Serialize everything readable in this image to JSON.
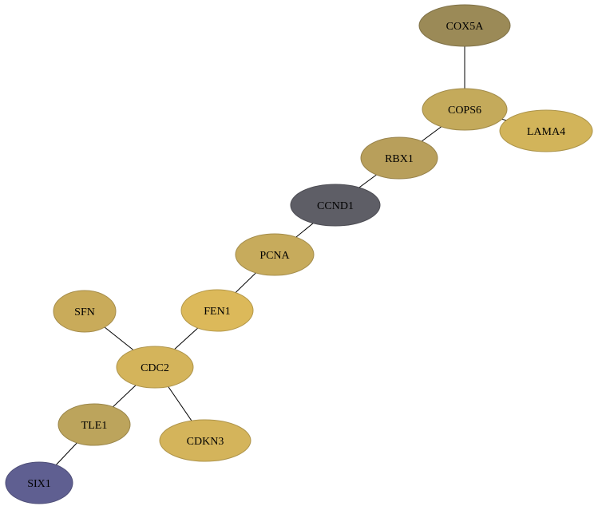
{
  "graph": {
    "nodes": [
      {
        "id": "COX5A",
        "label": "COX5A",
        "color": "#9b8a57"
      },
      {
        "id": "COPS6",
        "label": "COPS6",
        "color": "#c4aa5b"
      },
      {
        "id": "LAMA4",
        "label": "LAMA4",
        "color": "#d2b45a"
      },
      {
        "id": "RBX1",
        "label": "RBX1",
        "color": "#b89f5b"
      },
      {
        "id": "CCND1",
        "label": "CCND1",
        "color": "#5e5e66"
      },
      {
        "id": "PCNA",
        "label": "PCNA",
        "color": "#c7ab5c"
      },
      {
        "id": "FEN1",
        "label": "FEN1",
        "color": "#dcb95a"
      },
      {
        "id": "SFN",
        "label": "SFN",
        "color": "#c9ab5a"
      },
      {
        "id": "CDC2",
        "label": "CDC2",
        "color": "#d4b45b"
      },
      {
        "id": "TLE1",
        "label": "TLE1",
        "color": "#bca45c"
      },
      {
        "id": "CDKN3",
        "label": "CDKN3",
        "color": "#d4b45b"
      },
      {
        "id": "SIX1",
        "label": "SIX1",
        "color": "#5f5f91"
      }
    ],
    "edges": [
      [
        "COX5A",
        "COPS6"
      ],
      [
        "COPS6",
        "LAMA4"
      ],
      [
        "COPS6",
        "RBX1"
      ],
      [
        "RBX1",
        "CCND1"
      ],
      [
        "CCND1",
        "PCNA"
      ],
      [
        "PCNA",
        "FEN1"
      ],
      [
        "FEN1",
        "CDC2"
      ],
      [
        "SFN",
        "CDC2"
      ],
      [
        "CDC2",
        "TLE1"
      ],
      [
        "CDC2",
        "CDKN3"
      ],
      [
        "TLE1",
        "SIX1"
      ]
    ]
  }
}
